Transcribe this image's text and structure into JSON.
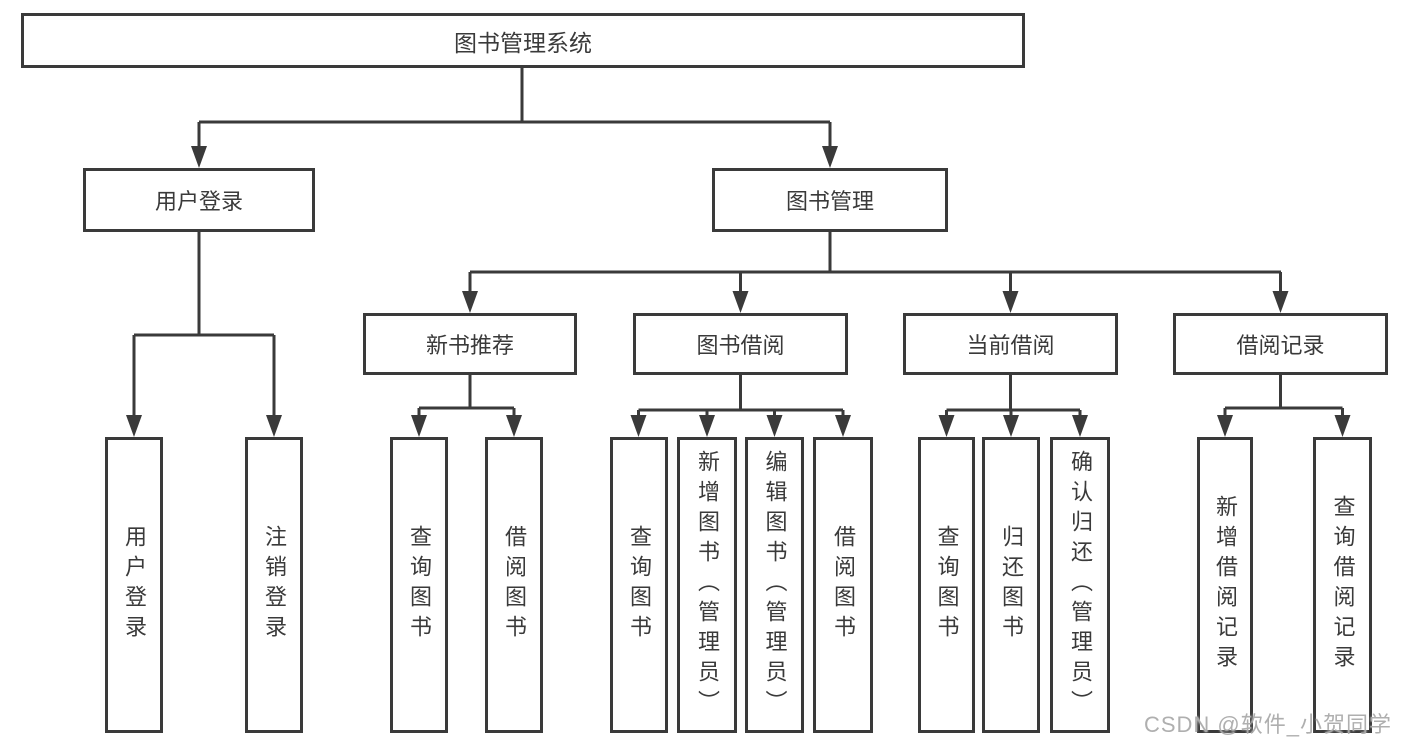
{
  "tree": {
    "root": {
      "label": "图书管理系统"
    },
    "branches": [
      {
        "label": "用户登录",
        "leaves": [
          "用户登录",
          "注销登录"
        ]
      },
      {
        "label": "图书管理",
        "groups": [
          {
            "label": "新书推荐",
            "leaves": [
              "查询图书",
              "借阅图书"
            ]
          },
          {
            "label": "图书借阅",
            "leaves": [
              "查询图书",
              "新增图书（管理员）",
              "编辑图书（管理员）",
              "借阅图书"
            ]
          },
          {
            "label": "当前借阅",
            "leaves": [
              "查询图书",
              "归还图书",
              "确认归还（管理员）"
            ]
          },
          {
            "label": "借阅记录",
            "leaves": [
              "新增借阅记录",
              "查询借阅记录"
            ]
          }
        ]
      }
    ]
  },
  "watermark": {
    "text": "CSDN @软件_小贺同学"
  }
}
